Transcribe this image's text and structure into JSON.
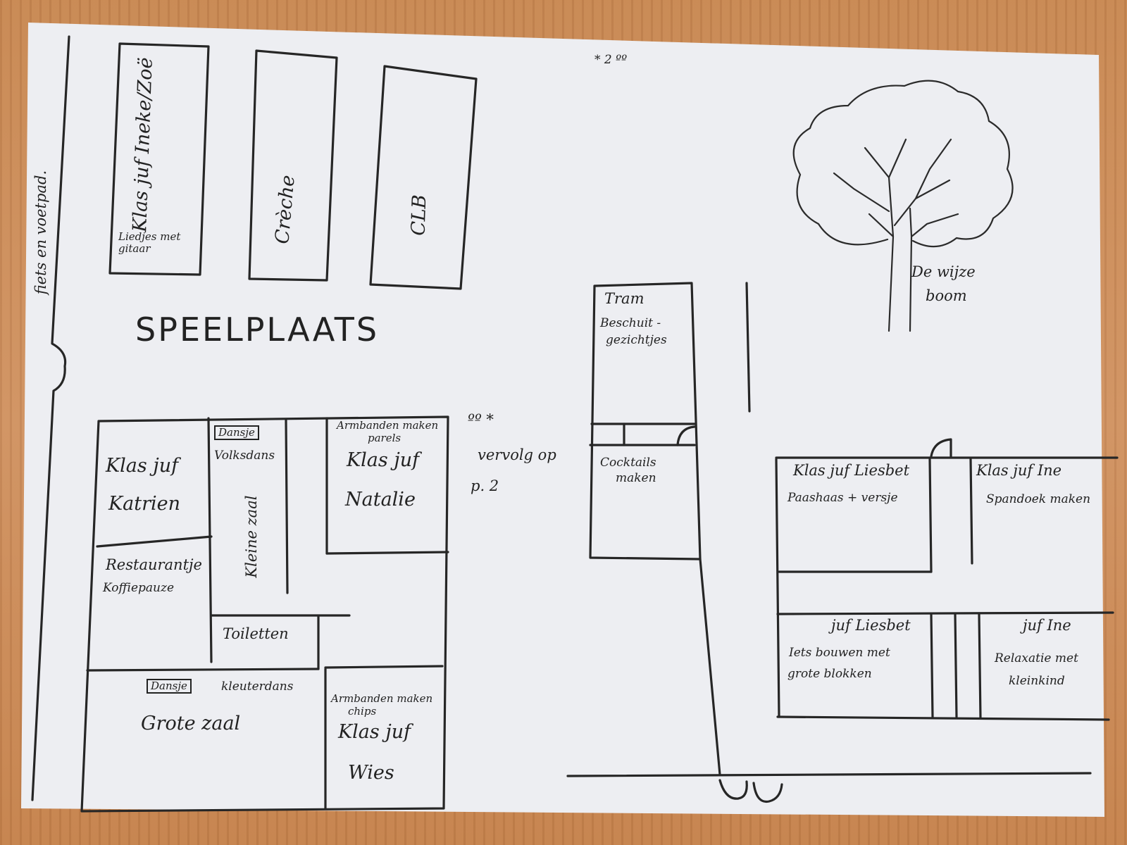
{
  "path_label": "fiets en voetpad.",
  "playground_label": "SPEELPLAATS",
  "top_note": "* 2 ºº",
  "continue_note": {
    "marker": "ºº *",
    "line1": "vervolg op",
    "line2": "p. 2"
  },
  "top_rooms": {
    "ineke": {
      "name": "Klas juf Ineke/Zoë",
      "activity": "Liedjes met gitaar"
    },
    "creche": {
      "name": "Crèche"
    },
    "clb": {
      "name": "CLB"
    }
  },
  "left_block": {
    "katrien": {
      "line1": "Klas juf",
      "line2": "Katrien"
    },
    "dansje_volksdans": {
      "badge": "Dansje",
      "activity": "Volksdans"
    },
    "kleine_zaal": {
      "name": "Kleine zaal"
    },
    "natalie": {
      "activity_line1": "Armbanden maken",
      "activity_line2": "parels",
      "line1": "Klas juf",
      "line2": "Natalie"
    },
    "restaurant": {
      "name": "Restaurantje",
      "activity": "Koffiepauze"
    },
    "toiletten": {
      "name": "Toiletten"
    },
    "grote_zaal": {
      "badge": "Dansje",
      "activity": "kleuterdans",
      "name": "Grote zaal"
    },
    "wies": {
      "activity_line1": "Armbanden maken",
      "activity_line2": "chips",
      "line1": "Klas juf",
      "line2": "Wies"
    }
  },
  "tram": {
    "name": "Tram",
    "activity_line1": "Beschuit -",
    "activity_line2": "gezichtjes",
    "cocktails_line1": "Cocktails",
    "cocktails_line2": "maken"
  },
  "tree": {
    "line1": "De wijze",
    "line2": "boom"
  },
  "right_block": {
    "liesbet_top": {
      "name": "Klas juf Liesbet",
      "activity": "Paashaas + versje"
    },
    "ine_top": {
      "name": "Klas juf Ine",
      "activity": "Spandoek maken"
    },
    "liesbet_bottom": {
      "name": "juf Liesbet",
      "activity_line1": "Iets bouwen met",
      "activity_line2": "grote blokken"
    },
    "ine_bottom": {
      "name": "juf Ine",
      "activity_line1": "Relaxatie met",
      "activity_line2": "kleinkind"
    }
  }
}
